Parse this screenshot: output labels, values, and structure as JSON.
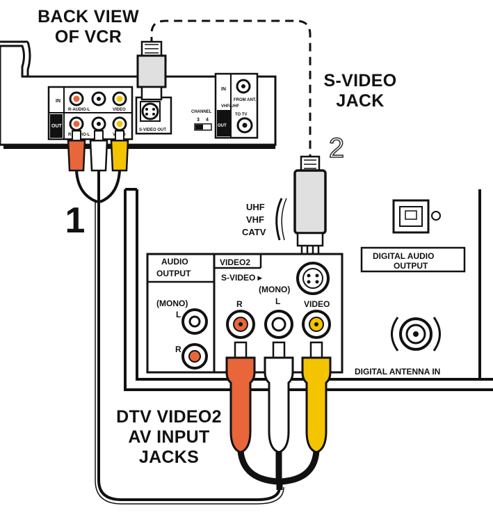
{
  "labels": {
    "vcr_title_line1": "BACK VIEW",
    "vcr_title_line2": "OF VCR",
    "svideo_jack_line1": "S-VIDEO",
    "svideo_jack_line2": "JACK",
    "step1": "1",
    "step2": "2",
    "uhf": "UHF",
    "vhf": "VHF",
    "catv": "CATV",
    "digital_audio_line1": "DIGITAL AUDIO",
    "digital_audio_line2": "OUTPUT",
    "audio_output_line1": "AUDIO",
    "audio_output_line2": "OUTPUT",
    "video2": "VIDEO2",
    "svideo_arrow": "S-VIDEO ▸",
    "mono": "(MONO)",
    "mono_left": "(MONO)",
    "l_left": "L",
    "r_left": "R",
    "r": "R",
    "l": "L",
    "video": "VIDEO",
    "digital_antenna_in": "DIGITAL ANTENNA IN",
    "dtv_line1": "DTV VIDEO2",
    "dtv_line2": "AV INPUT",
    "dtv_line3": "JACKS"
  },
  "vcr_panel": {
    "in": "IN",
    "out": "OUT",
    "audio_in": "R-AUDIO-L",
    "audio_out": "R-AUDIO-L",
    "video_in": "VIDEO",
    "video_out": "VIDEO",
    "svideo_out": "S-VIDEO OUT",
    "channel": "CHANNEL",
    "ch3": "3",
    "ch4": "4",
    "vhf_uhf": "VHF/UHF",
    "from_ant": "FROM ANT.",
    "to_tv": "TO TV",
    "ant_in": "IN",
    "ant_out": "OUT"
  },
  "colors": {
    "red_cable": "#e8663a",
    "white_cable": "#ffffff",
    "yellow_cable": "#f5c400",
    "line": "#111111"
  }
}
